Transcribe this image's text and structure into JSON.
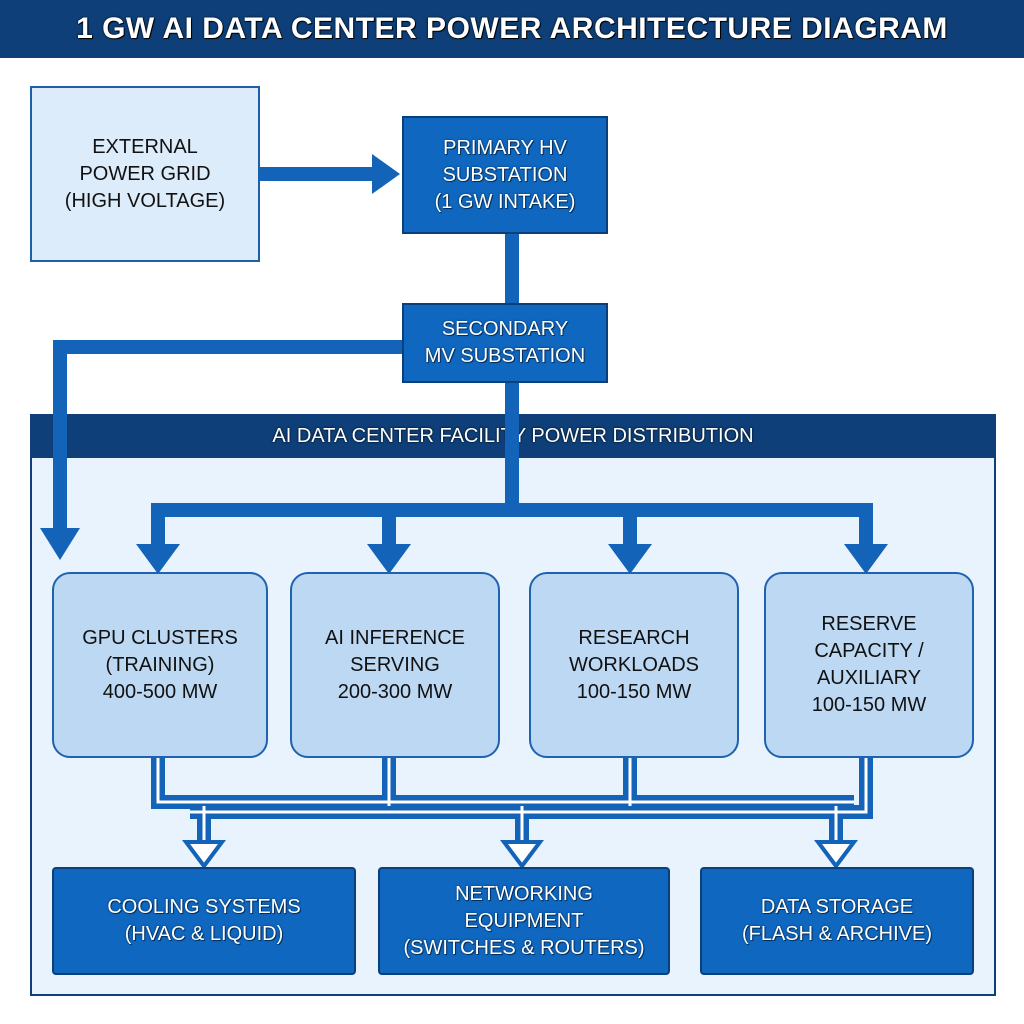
{
  "title": "1 GW AI DATA CENTER POWER ARCHITECTURE DIAGRAM",
  "external_grid": [
    "EXTERNAL",
    "POWER GRID",
    "(HIGH VOLTAGE)"
  ],
  "primary_substation": [
    "PRIMARY HV",
    "SUBSTATION",
    "(1 GW INTAKE)"
  ],
  "secondary_substation": [
    "SECONDARY",
    "MV SUBSTATION"
  ],
  "facility": {
    "header": "AI DATA CENTER FACILITY POWER DISTRIBUTION",
    "loads": [
      {
        "lines": [
          "GPU CLUSTERS",
          "(TRAINING)"
        ],
        "power": "400-500 MW"
      },
      {
        "lines": [
          "AI INFERENCE",
          "SERVING"
        ],
        "power": "200-300 MW"
      },
      {
        "lines": [
          "RESEARCH",
          "WORKLOADS"
        ],
        "power": "100-150 MW"
      },
      {
        "lines": [
          "RESERVE",
          "CAPACITY /",
          "AUXILIARY"
        ],
        "power": "100-150 MW"
      }
    ],
    "support": [
      {
        "lines": [
          "COOLING SYSTEMS",
          "(HVAC & LIQUID)"
        ]
      },
      {
        "lines": [
          "NETWORKING",
          "EQUIPMENT",
          "(SWITCHES & ROUTERS)"
        ]
      },
      {
        "lines": [
          "DATA STORAGE",
          "(FLASH & ARCHIVE)"
        ]
      }
    ]
  },
  "colors": {
    "navy": "#0e3f78",
    "blue": "#0f67bf",
    "light_box": "#dcecfb",
    "load_box": "#bcd8f3",
    "facility_bg": "#e9f3fd"
  }
}
